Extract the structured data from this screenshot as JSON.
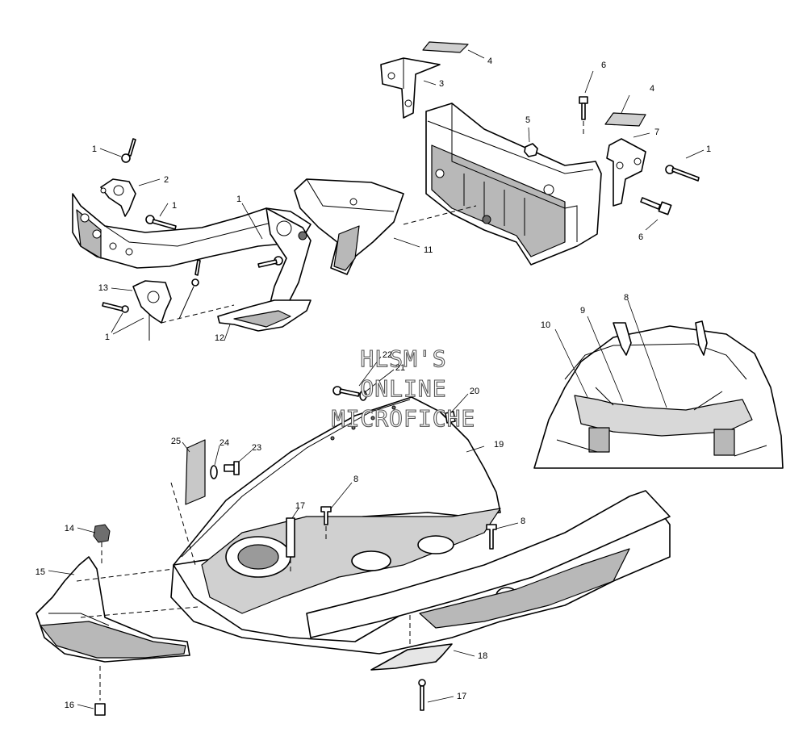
{
  "watermark": {
    "line1": "HLSM'S",
    "line2": "ONLINE",
    "line3": "MICROFICHE"
  },
  "callouts": {
    "c1": "1",
    "c2": "2",
    "c3": "3",
    "c4": "4",
    "c5": "5",
    "c6": "6",
    "c7": "7",
    "c8": "8",
    "c9": "9",
    "c10": "10",
    "c11": "11",
    "c12": "12",
    "c13": "13",
    "c14": "14",
    "c15": "15",
    "c16": "16",
    "c17": "17",
    "c18": "18",
    "c19": "19",
    "c20": "20",
    "c21": "21",
    "c22": "22",
    "c23": "23",
    "c24": "24",
    "c25": "25"
  }
}
